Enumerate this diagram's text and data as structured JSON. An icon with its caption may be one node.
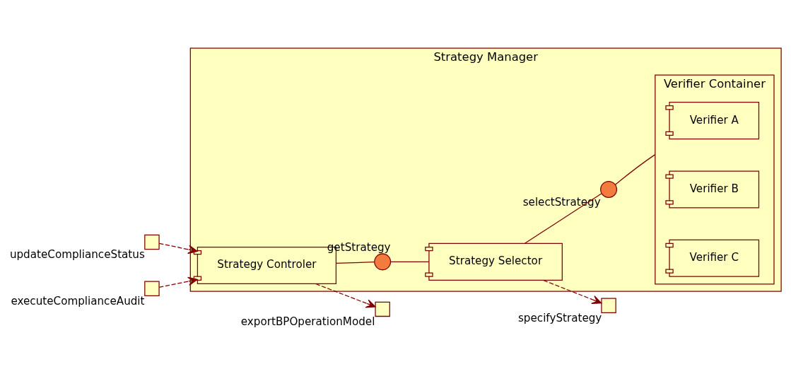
{
  "diagram": {
    "nodes": [
      {
        "text": [
          "Strategy Manager"
        ]
      },
      {
        "text": [],
        "shape": "box",
        "beside": [
          "updateComplianceStatus"
        ]
      },
      {
        "text": [],
        "shape": "box",
        "beside": [
          "exportBPOperationModel"
        ]
      },
      {
        "text": [],
        "shape": "box",
        "beside": [
          "executeComplianceAudit"
        ]
      },
      {
        "text": [
          "Strategy Controler"
        ],
        "in": 0
      },
      {
        "text": [],
        "shape": "circle",
        "beside": [
          "getStrategy"
        ],
        "in": 0
      },
      {
        "text": [
          "Strategy Selector"
        ],
        "in": 0
      },
      {
        "text": [],
        "shape": "box",
        "beside": [
          "specifyStrategy"
        ]
      },
      {
        "text": [],
        "shape": "circle",
        "beside": [
          "selectStrategy"
        ],
        "in": 0
      },
      {
        "text": [
          "Verifier Container"
        ],
        "in": 0
      },
      {
        "text": [
          "Verifier A"
        ],
        "in": 9
      },
      {
        "text": [
          "Verifier B"
        ],
        "in": 9
      },
      {
        "text": [
          "Verifier C"
        ],
        "in": 9
      }
    ],
    "edges": [
      {
        "from": 1,
        "to": 4,
        "arrow": "to",
        "style": "dashed"
      },
      {
        "from": 4,
        "to": 2,
        "arrow": "to",
        "style": "dashed"
      },
      {
        "from": 3,
        "to": 4,
        "arrow": "to",
        "style": "dashed"
      },
      {
        "from": 4,
        "to": 5,
        "arrow": "none"
      },
      {
        "from": 5,
        "to": 6,
        "arrow": "none"
      },
      {
        "from": 6,
        "to": 7,
        "arrow": "to",
        "style": "dashed"
      },
      {
        "from": 6,
        "to": 8,
        "arrow": "none"
      },
      {
        "from": 8,
        "to": 9,
        "arrow": "none"
      }
    ]
  }
}
